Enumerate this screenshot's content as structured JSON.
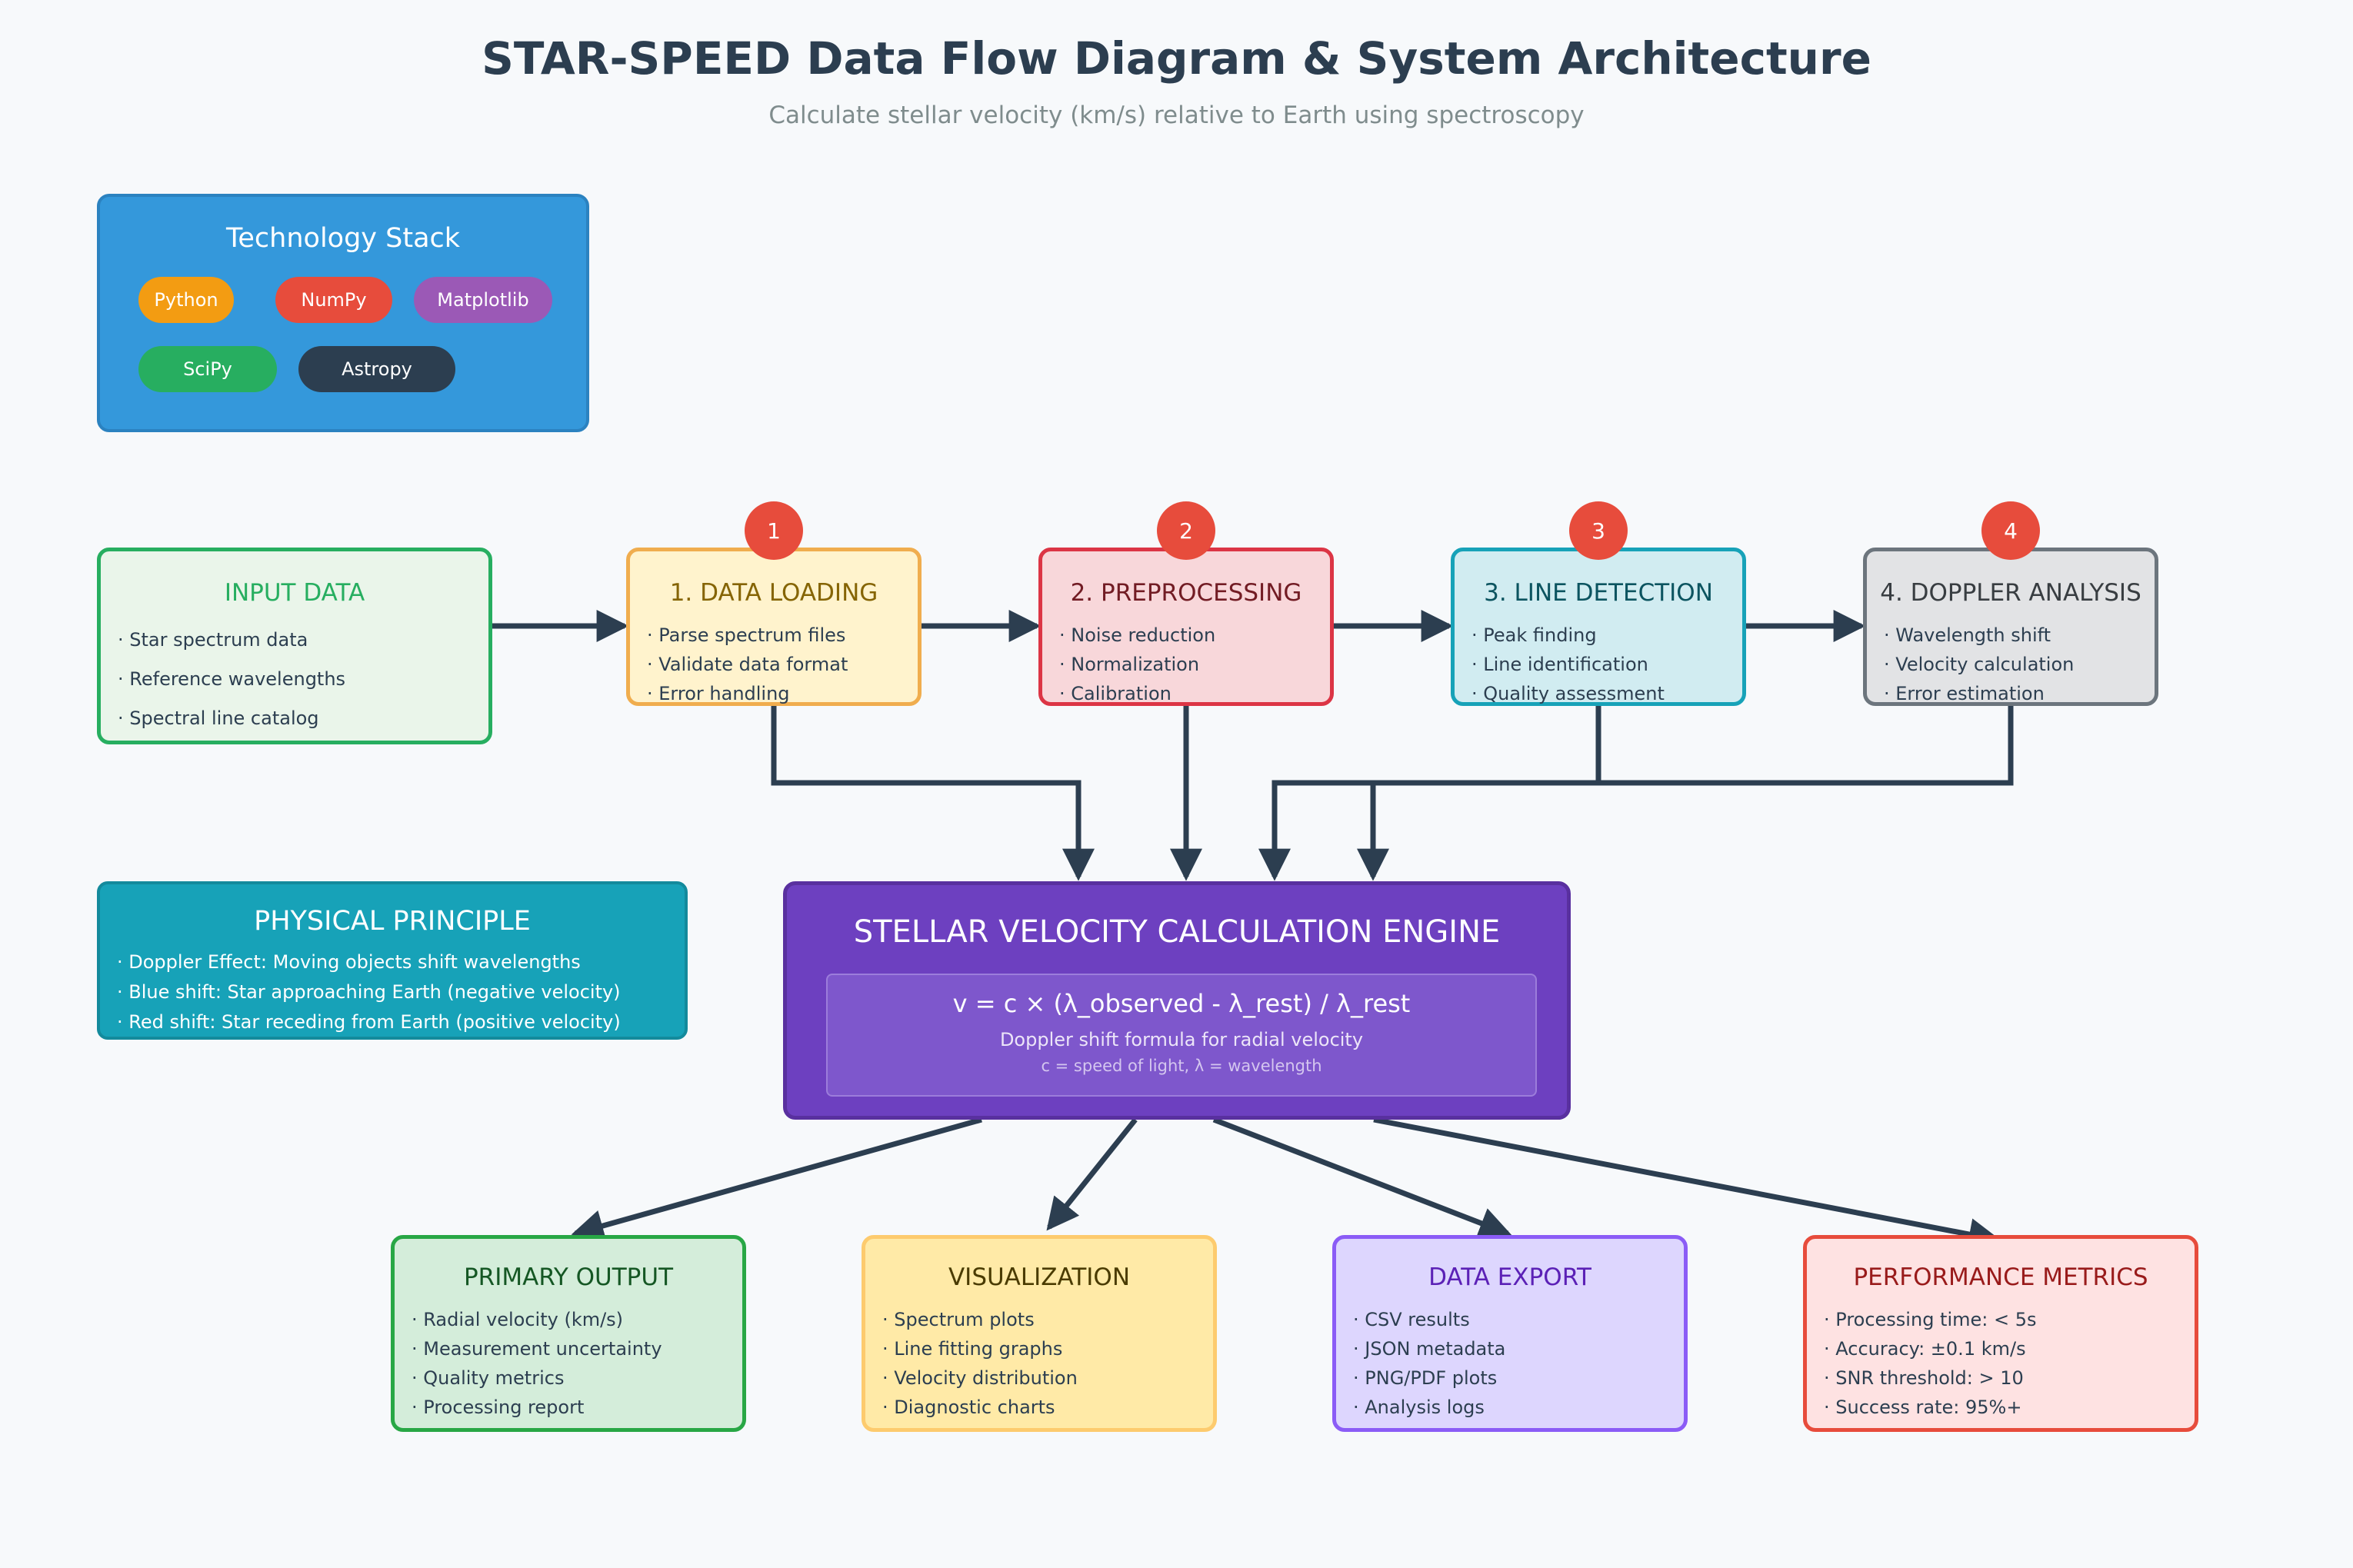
{
  "header": {
    "title": "STAR-SPEED Data Flow Diagram & System Architecture",
    "subtitle": "Calculate stellar velocity (km/s) relative to Earth using spectroscopy"
  },
  "tech_stack": {
    "title": "Technology Stack",
    "items": [
      {
        "label": "Python",
        "color": "#f39c12"
      },
      {
        "label": "NumPy",
        "color": "#e74c3c"
      },
      {
        "label": "Matplotlib",
        "color": "#9b59b6"
      },
      {
        "label": "SciPy",
        "color": "#27ae60"
      },
      {
        "label": "Astropy",
        "color": "#2c3e50"
      }
    ]
  },
  "input": {
    "title": "INPUT DATA",
    "items": [
      "Star spectrum data",
      "Reference wavelengths",
      "Spectral line catalog"
    ]
  },
  "stages": [
    {
      "badge": "1",
      "title": "1. DATA LOADING",
      "items": [
        "Parse spectrum files",
        "Validate data format",
        "Error handling"
      ]
    },
    {
      "badge": "2",
      "title": "2. PREPROCESSING",
      "items": [
        "Noise reduction",
        "Normalization",
        "Calibration"
      ]
    },
    {
      "badge": "3",
      "title": "3. LINE DETECTION",
      "items": [
        "Peak finding",
        "Line identification",
        "Quality assessment"
      ]
    },
    {
      "badge": "4",
      "title": "4. DOPPLER ANALYSIS",
      "items": [
        "Wavelength shift",
        "Velocity calculation",
        "Error estimation"
      ]
    }
  ],
  "principle": {
    "title": "PHYSICAL PRINCIPLE",
    "items": [
      "Doppler Effect: Moving objects shift wavelengths",
      "Blue shift: Star approaching Earth (negative velocity)",
      "Red shift: Star receding from Earth (positive velocity)"
    ]
  },
  "engine": {
    "title": "STELLAR VELOCITY CALCULATION ENGINE",
    "formula": "v = c × (λ_observed - λ_rest) / λ_rest",
    "description": "Doppler shift formula for radial velocity",
    "note": "c = speed of light, λ = wavelength"
  },
  "outputs": [
    {
      "title": "PRIMARY OUTPUT",
      "items": [
        "Radial velocity (km/s)",
        "Measurement uncertainty",
        "Quality metrics",
        "Processing report"
      ]
    },
    {
      "title": "VISUALIZATION",
      "items": [
        "Spectrum plots",
        "Line fitting graphs",
        "Velocity distribution",
        "Diagnostic charts"
      ]
    },
    {
      "title": "DATA EXPORT",
      "items": [
        "CSV results",
        "JSON metadata",
        "PNG/PDF plots",
        "Analysis logs"
      ]
    },
    {
      "title": "PERFORMANCE METRICS",
      "items": [
        "Processing time: < 5s",
        "Accuracy: ±0.1 km/s",
        "SNR threshold: > 10",
        "Success rate: 95%+"
      ]
    }
  ],
  "colors": {
    "arrow": "#2c3e50",
    "input_fill": "#eaf5ea",
    "input_border": "#27ae60",
    "input_text": "#27ae60",
    "stage1_fill": "#fff3cd",
    "stage1_border": "#f0ad4e",
    "stage1_text": "#856404",
    "stage2_fill": "#f8d7da",
    "stage2_border": "#dc3545",
    "stage2_text": "#721c24",
    "stage3_fill": "#d1ecf1",
    "stage3_border": "#17a2b8",
    "stage3_text": "#0c5460",
    "stage4_fill": "#e2e3e5",
    "stage4_border": "#6c757d",
    "stage4_text": "#383d41"
  }
}
